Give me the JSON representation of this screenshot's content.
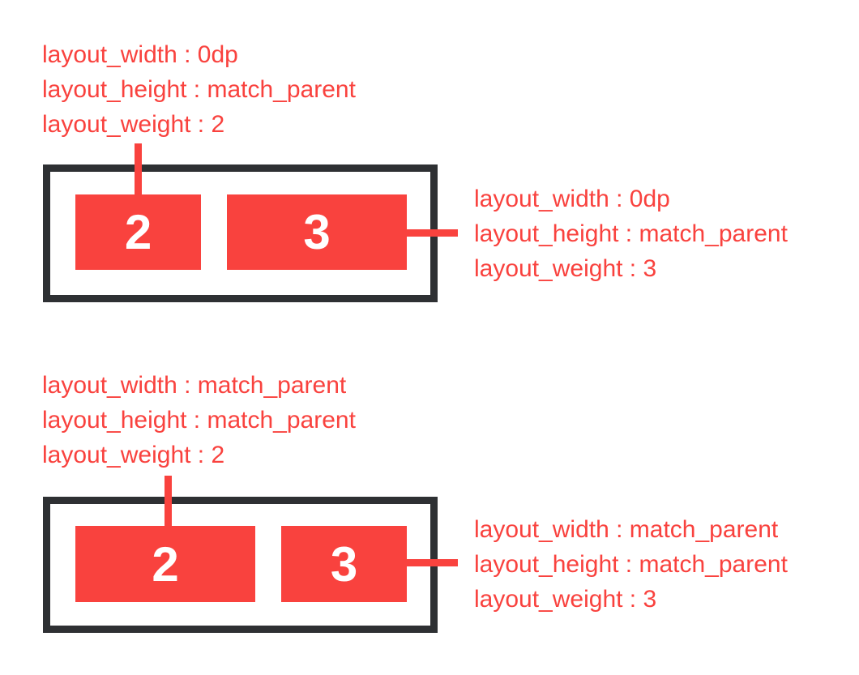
{
  "colors": {
    "accent_red": "#F9423E",
    "outline_dark": "#2E3033",
    "box_number_color": "#FFFFFF",
    "background": "#FFFFFF"
  },
  "diagram_top": {
    "left_label_lines": [
      "layout_width : 0dp",
      "layout_height : match_parent",
      "layout_weight : 2"
    ],
    "right_label_lines": [
      "layout_width : 0dp",
      "layout_height : match_parent",
      "layout_weight : 3"
    ],
    "box_a_value": "2",
    "box_b_value": "3"
  },
  "diagram_bottom": {
    "left_label_lines": [
      "layout_width : match_parent",
      "layout_height : match_parent",
      "layout_weight : 2"
    ],
    "right_label_lines": [
      "layout_width : match_parent",
      "layout_height : match_parent",
      "layout_weight : 3"
    ],
    "box_a_value": "2",
    "box_b_value": "3"
  }
}
